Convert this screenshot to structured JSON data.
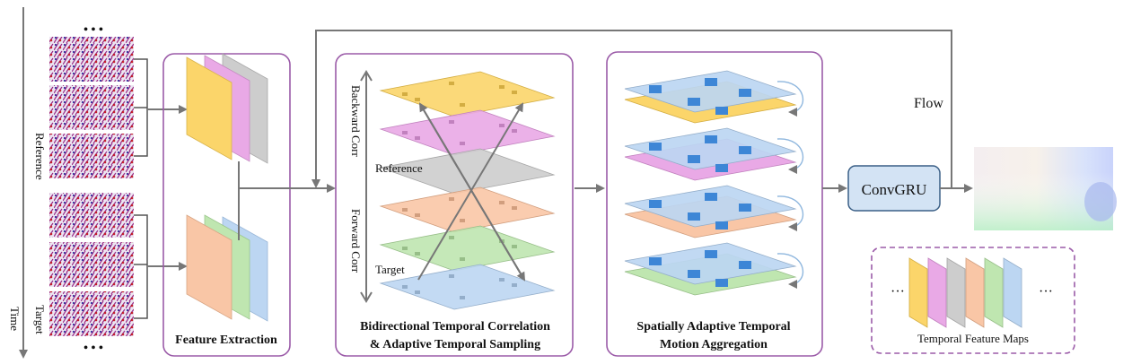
{
  "labels": {
    "time": "Time",
    "reference_side": "Reference",
    "target_side": "Target",
    "dots": "• • •",
    "flow": "Flow",
    "convgru": "ConvGRU",
    "feature_extraction": "Feature Extraction",
    "btc_line1": "Bidirectional Temporal Correlation",
    "btc_line2": "& Adaptive Temporal Sampling",
    "sat_line1": "Spatially Adaptive Temporal",
    "sat_line2": "Motion Aggregation",
    "backward_corr": "Backward Corr",
    "forward_corr": "Forward Corr",
    "inner_reference": "Reference",
    "inner_target": "Target",
    "legend_title": "Temporal Feature Maps",
    "ellipsis": "···"
  },
  "colors": {
    "yellow": "#fbd56a",
    "pink": "#e9a9e6",
    "gray": "#cdcdcd",
    "peach": "#f9c6a6",
    "green": "#bfe6b0",
    "blue": "#bcd6f2",
    "panel_border": "#9b5ba8",
    "arrow": "#777777",
    "convgru_fill": "#d3e3f4",
    "convgru_border": "#3a5f86"
  },
  "stack_order": [
    "yellow",
    "pink",
    "gray",
    "peach",
    "green",
    "blue"
  ]
}
